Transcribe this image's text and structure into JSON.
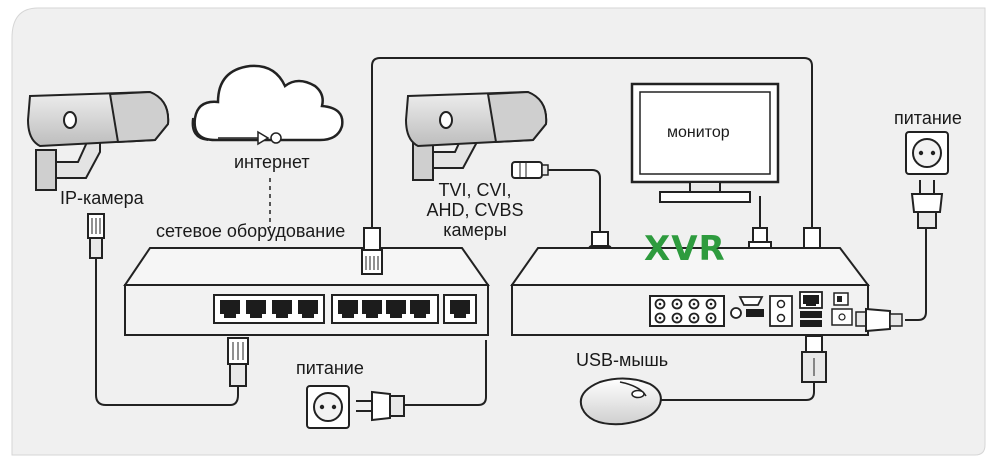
{
  "labels": {
    "ip_camera": "IP-камера",
    "internet": "интернет",
    "network_equipment": "сетевое оборудование",
    "power_switch": "питание",
    "analog_cameras_line1": "TVI, CVI,",
    "analog_cameras_line2": "AHD, CVBS",
    "analog_cameras_line3": "камеры",
    "monitor": "монитор",
    "xvr": "XVR",
    "power_xvr": "питание",
    "usb_mouse": "USB-мышь"
  },
  "colors": {
    "line": "#222222",
    "panel": "#f0f0f0",
    "device_fill": "#f2f2f2",
    "camera_fill": "#d9d9d9",
    "xvr_green": "#2e9b3e",
    "port": "#1c1c1c"
  }
}
